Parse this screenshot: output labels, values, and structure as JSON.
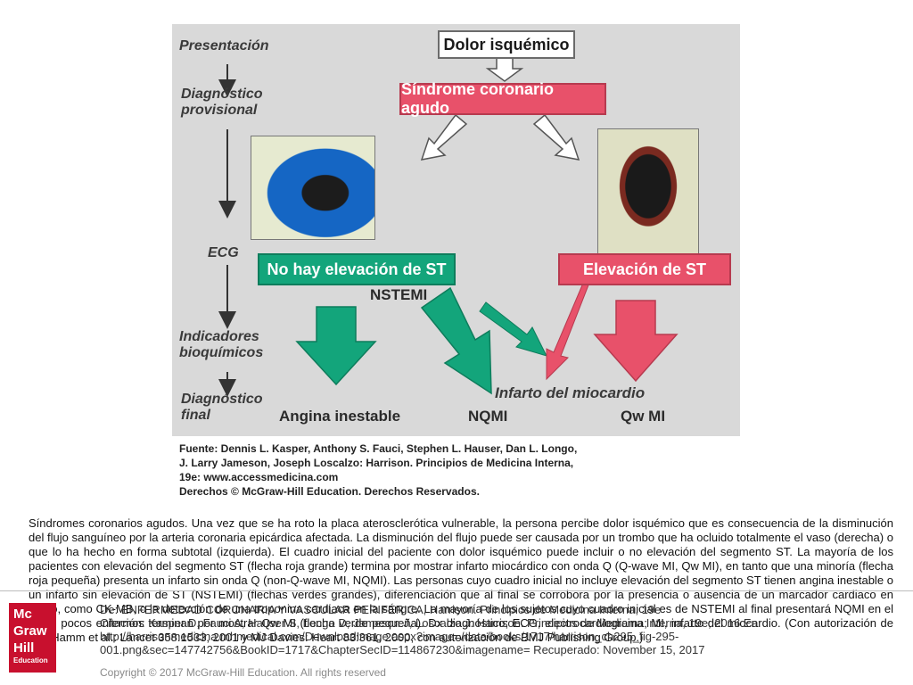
{
  "diagram": {
    "stages": [
      "Presentación",
      "Diagnóstico provisional",
      "ECG",
      "Indicadores bioquímicos",
      "Diagnóstico final"
    ],
    "top_box": "Dolor isquémico",
    "acs_box": "Síndrome coronario agudo",
    "no_st_box": "No hay elevación de ST",
    "st_box": "Elevación de ST",
    "nstemi_label": "NSTEMI",
    "mi_label": "Infarto del miocardio",
    "outcomes": [
      "Angina inestable",
      "NQMI",
      "Qw MI"
    ],
    "colors": {
      "red": "#e8516a",
      "green": "#13a57b",
      "background": "#d9d9d9"
    }
  },
  "source": {
    "lines": [
      "Fuente: Dennis L. Kasper, Anthony S. Fauci, Stephen L. Hauser, Dan L. Longo,",
      "J. Larry Jameson, Joseph Loscalzo: Harrison. Principios de Medicina Interna,",
      "19e: www.accessmedicina.com",
      "Derechos © McGraw-Hill Education. Derechos Reservados."
    ]
  },
  "caption": "Síndromes coronarios agudos. Una vez que se ha roto la placa aterosclerótica vulnerable, la persona percibe dolor isquémico que es consecuencia de la disminución del flujo sanguíneo por la arteria coronaria epicárdica afectada. La disminución del flujo puede ser causada por un trombo que ha ocluido totalmente el vaso (derecha) o que lo ha hecho en forma subtotal (izquierda). El cuadro inicial del paciente con dolor isquémico puede incluir o no elevación del segmento ST. La mayoría de los pacientes con elevación del segmento ST (flecha roja grande) termina por mostrar infarto miocárdico con onda Q (Q-wave MI, Qw MI), en tanto que una minoría (flecha roja pequeña) presenta un infarto sin onda Q (non-Q-wave MI, NQMI). Las personas cuyo cuadro inicial no incluye elevación del segmento ST tienen angina inestable o un infarto sin elevación de ST (NSTEMI) (flechas verdes grandes), diferenciación que al final se corrobora por la presencia o ausencia de un marcador cardiaco en suero, como CK-MB, o la detección de una troponina cardiaca en la sangre. La mayoría de los sujetos cuyo cuadro inicial es de NSTEMI al final presentará NQMI en el ECG; pocos enfermos terminan por mostrar Qw MI (flecha verde pequeña). Dx diagnóstico; ECG, electrocardiograma; MI, infarto del miocardio. (Con autorización de CW Hamm et al.: Lancet 358:1533, 2001 y MJ Davies: Heart 83:361, 2000, con autorización de BMJ Publishing Group.)",
  "citation": {
    "lines": [
      "De: ENFERMEDAD CORONARIA Y VASCULAR PERIFÉRICA, Harrison. Principios de Medicina Interna, 19e",
      "Citación: Kasper D, Fauci A, Hauser S, Longo D, Jameson J, Loscalzo J. Harrison. Principios de Medicina Interna, 19e; 2016 En:",
      "http://harrisonmedicina.mhmedical.com/DownloadImage.aspx?image=/data/books/1717/harrison_ch295_fig-295-",
      "001.png&sec=147742756&BookID=1717&ChapterSecID=114867230&imagename= Recuperado: November 15, 2017"
    ]
  },
  "logo": {
    "lines": [
      "Mc",
      "Graw",
      "Hill"
    ],
    "sub": "Education"
  },
  "copyright": "Copyright © 2017 McGraw-Hill Education. All rights reserved"
}
